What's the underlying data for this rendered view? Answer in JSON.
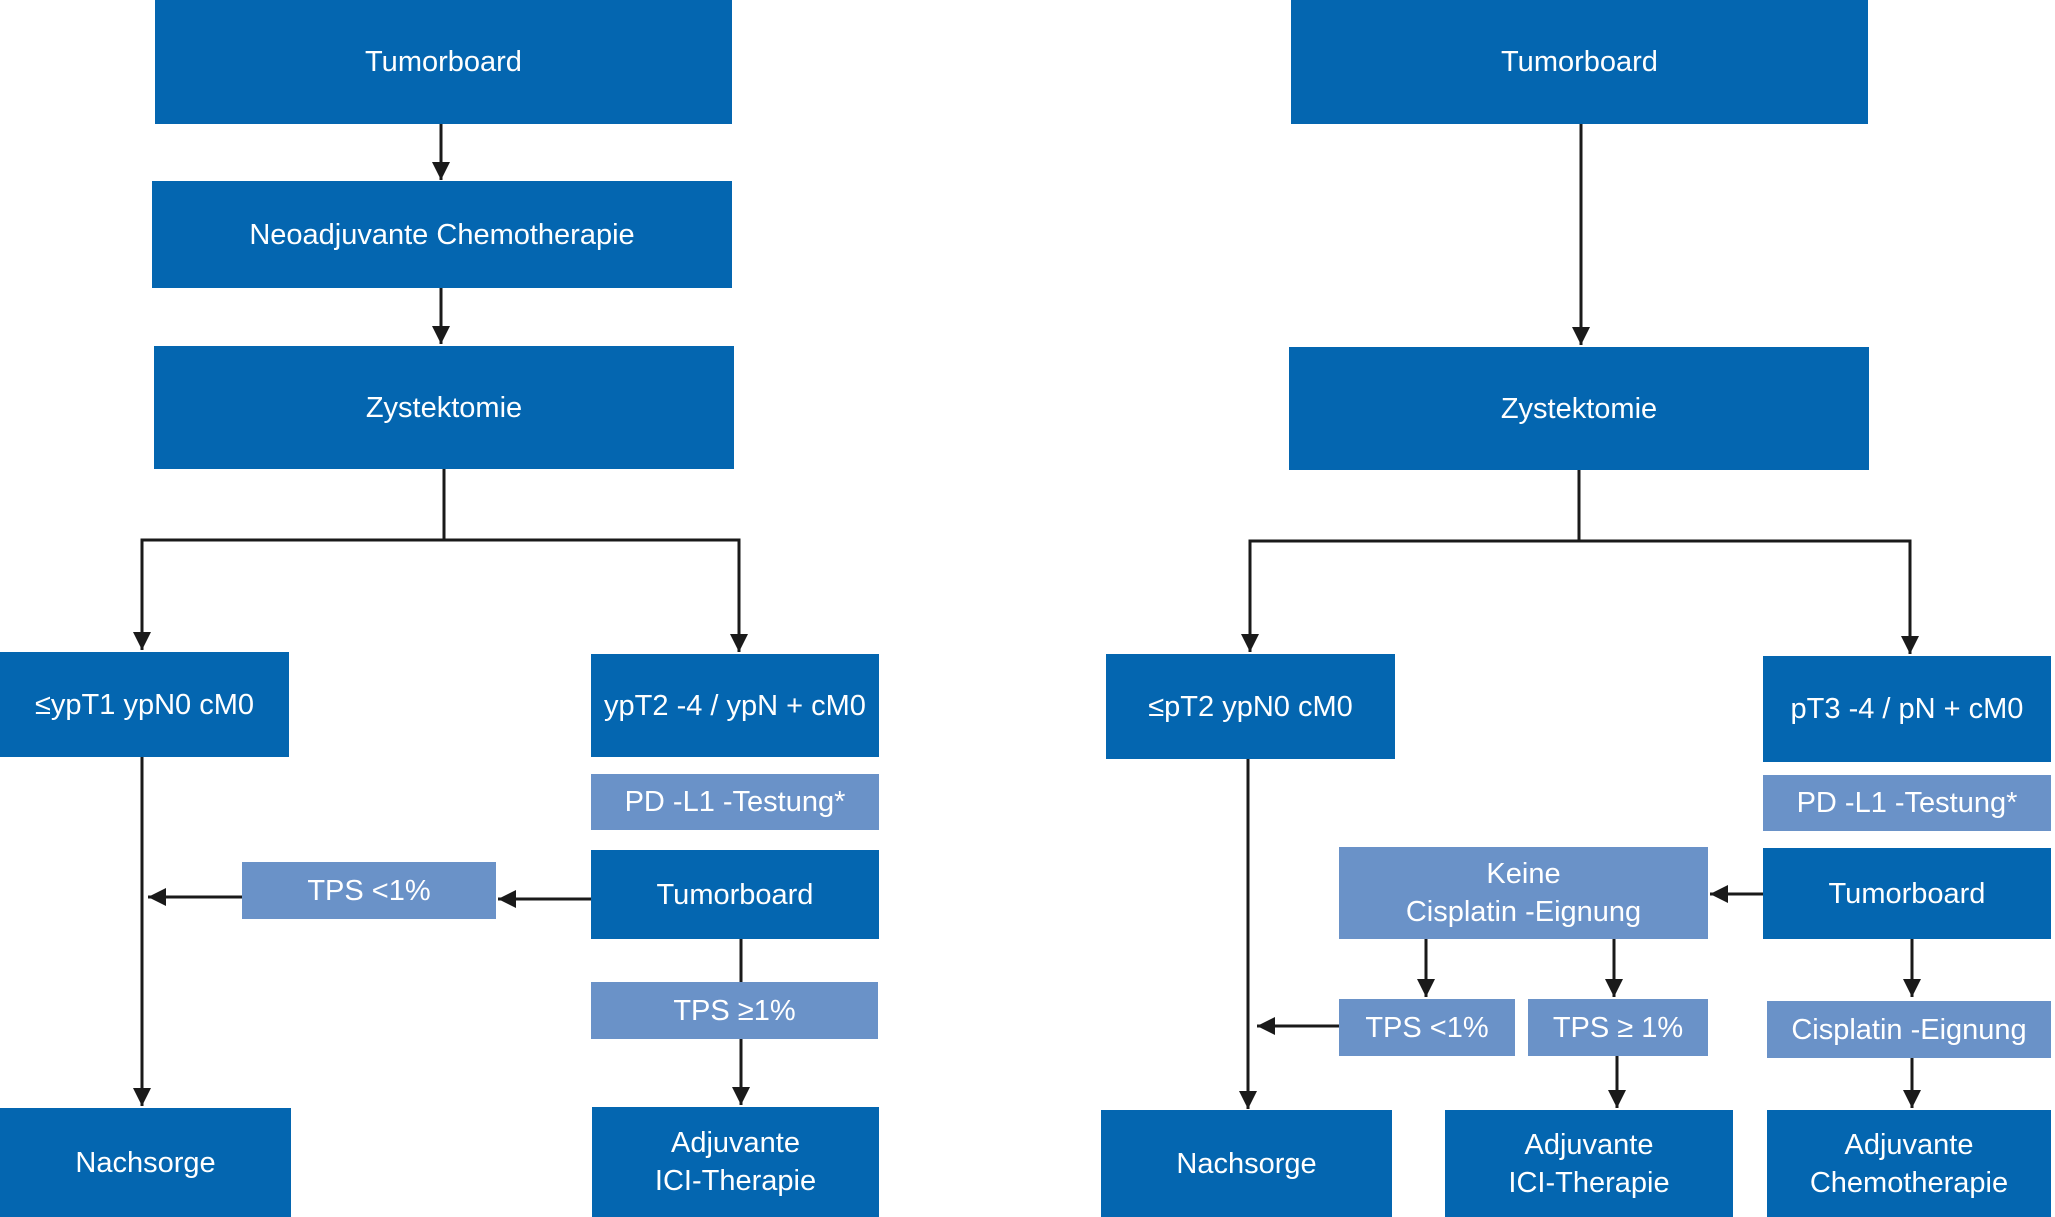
{
  "colors": {
    "primary_box": "#0466b0",
    "secondary_box": "#6a92c8",
    "connector": "#1a1a1a"
  },
  "left": {
    "tumorboard_top": "Tumorboard",
    "neoadjuvant": "Neoadjuvante Chemotherapie",
    "zystektomie": "Zystektomie",
    "low_stage": "≤ypT1 ypN0 cM0",
    "high_stage": "ypT2 -4 /  ypN + cM0",
    "pdl1": "PD -L1 -Testung*",
    "tumorboard_mid": "Tumorboard",
    "tps_low": "TPS <1%",
    "tps_high": "TPS ≥1%",
    "nachsorge": "Nachsorge",
    "adjuvant": "Adjuvante\nICI-Therapie"
  },
  "right": {
    "tumorboard_top": "Tumorboard",
    "zystektomie": "Zystektomie",
    "low_stage": "≤pT2 ypN0 cM0",
    "high_stage": "pT3 -4 /  pN + cM0",
    "pdl1": "PD -L1 -Testung*",
    "tumorboard_mid": "Tumorboard",
    "keine_cisplatin": "Keine\nCisplatin -Eignung",
    "tps_low": "TPS <1%",
    "tps_high": "TPS ≥ 1%",
    "cisplatin": "Cisplatin -Eignung",
    "nachsorge": "Nachsorge",
    "adjuvant_ici": "Adjuvante\nICI-Therapie",
    "adjuvant_chemo": "Adjuvante\nChemotherapie"
  }
}
